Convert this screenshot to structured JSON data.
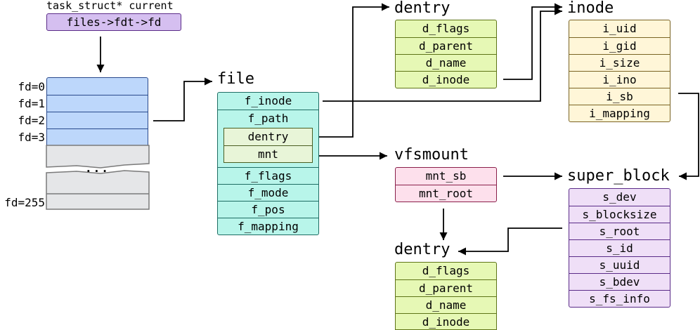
{
  "colors": {
    "task": "#d5bff0",
    "fdtable": "#bdd7fb",
    "file": "#b8f5ea",
    "dentry": "#e6f8b5",
    "inode": "#fff6d8",
    "vfsmount": "#fde0ec",
    "super_block": "#efdff7",
    "stroke": "#000000"
  },
  "task": {
    "caption": "task_struct* current",
    "field": "files->fdt->fd"
  },
  "fd_table": {
    "labels": [
      "fd=0",
      "fd=1",
      "fd=2",
      "fd=3"
    ],
    "ellipsis": "...",
    "last_label": "fd=255"
  },
  "file": {
    "title": "file",
    "fields_top": [
      "f_inode",
      "f_path"
    ],
    "path_fields": [
      "dentry",
      "mnt"
    ],
    "fields_bottom": [
      "f_flags",
      "f_mode",
      "f_pos",
      "f_mapping"
    ]
  },
  "dentry_top": {
    "title": "dentry",
    "fields": [
      "d_flags",
      "d_parent",
      "d_name",
      "d_inode"
    ]
  },
  "inode": {
    "title": "inode",
    "fields": [
      "i_uid",
      "i_gid",
      "i_size",
      "i_ino",
      "i_sb",
      "i_mapping"
    ]
  },
  "vfsmount": {
    "title": "vfsmount",
    "fields": [
      "mnt_sb",
      "mnt_root"
    ]
  },
  "super_block": {
    "title": "super_block",
    "fields": [
      "s_dev",
      "s_blocksize",
      "s_root",
      "s_id",
      "s_uuid",
      "s_bdev",
      "s_fs_info"
    ]
  },
  "dentry_bottom": {
    "title": "dentry",
    "fields": [
      "d_flags",
      "d_parent",
      "d_name",
      "d_inode"
    ]
  }
}
